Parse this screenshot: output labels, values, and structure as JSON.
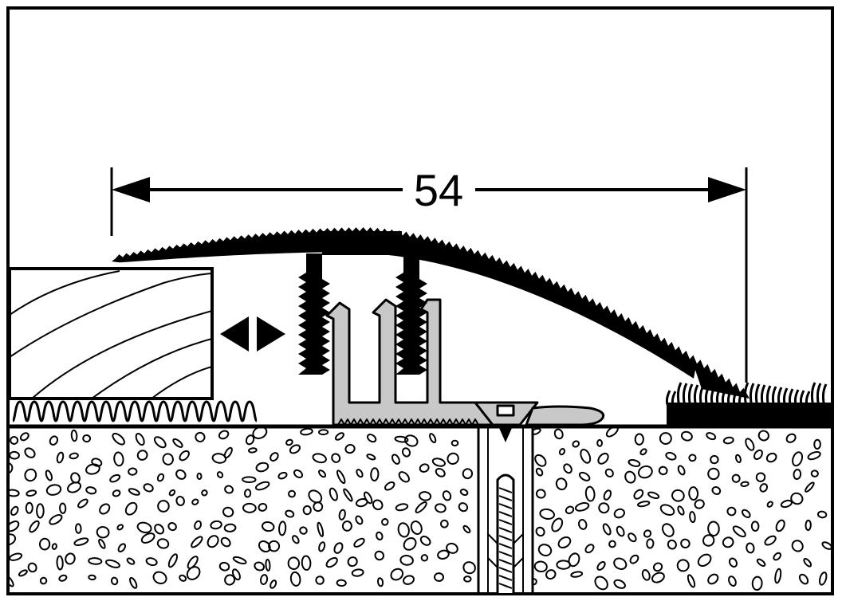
{
  "diagram": {
    "dimension_label": "54",
    "colors": {
      "ink": "#000000",
      "background": "#ffffff",
      "profile_fill": "#000000",
      "base_rail_fill": "#c8c8c8",
      "concrete_fill": "#ffffff"
    },
    "parts": [
      "wood-floor-board",
      "underlay",
      "transition-profile",
      "base-rail",
      "screw",
      "wall-plug",
      "carpet",
      "concrete-subfloor",
      "dimension-line",
      "expansion-arrows"
    ]
  }
}
